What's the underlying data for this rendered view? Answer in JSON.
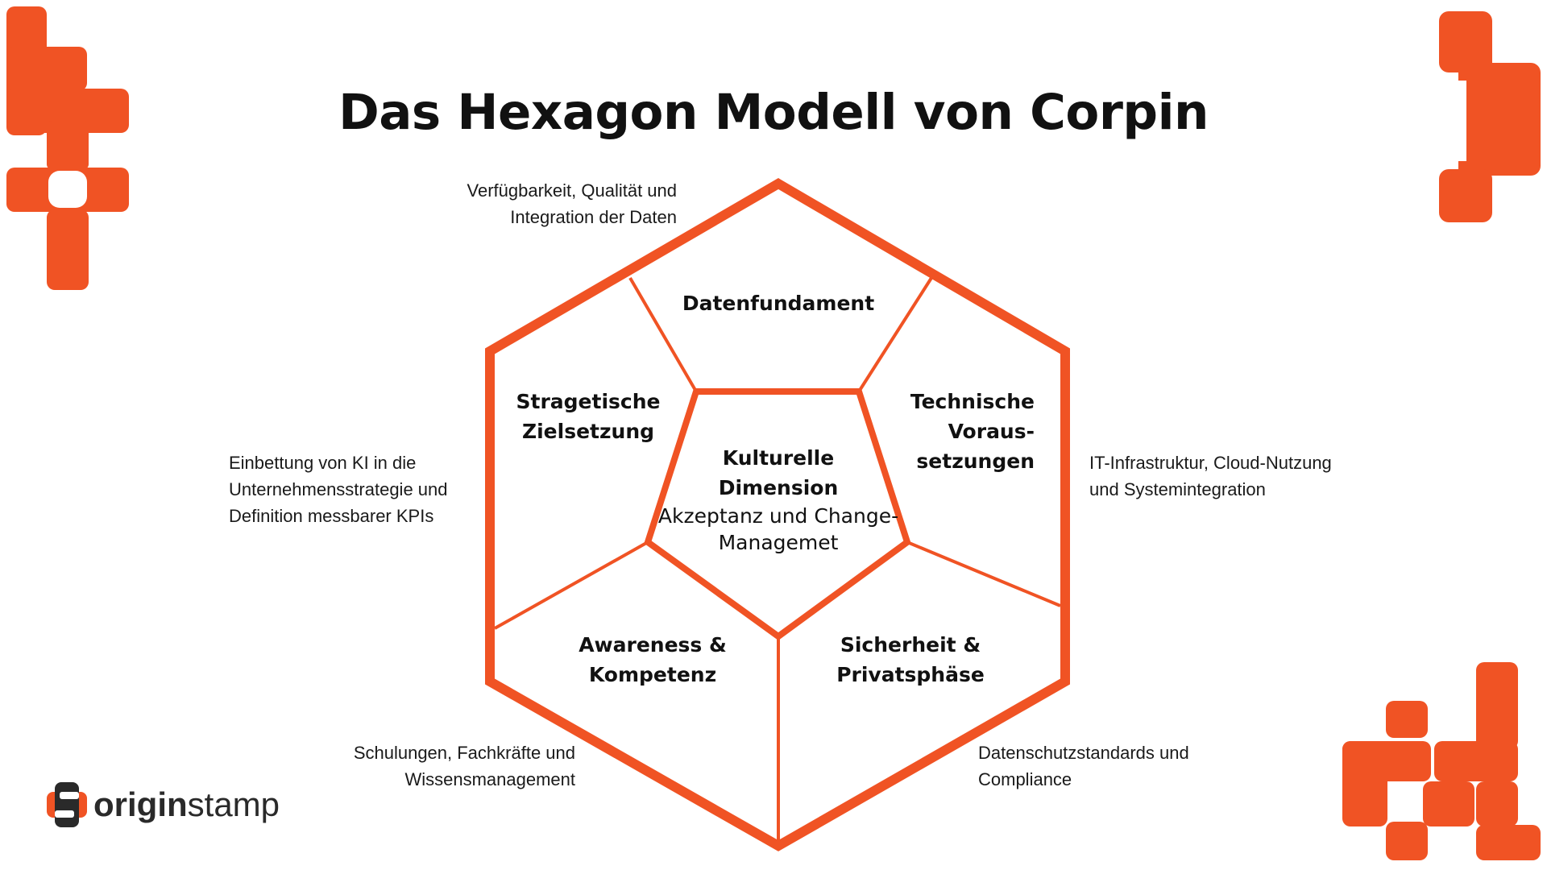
{
  "title": "Das Hexagon Modell von Corpin",
  "accent_color": "#f05324",
  "segments": {
    "top": "Datenfundament",
    "left_1": "Stragetische",
    "left_2": "Zielsetzung",
    "right_1": "Technische",
    "right_2": "Voraus-",
    "right_3": "setzungen",
    "bottom_left_1": "Awareness &",
    "bottom_left_2": "Kompetenz",
    "bottom_right_1": "Sicherheit &",
    "bottom_right_2": "Privatsphäse",
    "center_1": "Kulturelle",
    "center_2": "Dimension",
    "center_sub_1": "Akzeptanz und Change-",
    "center_sub_2": "Managemet"
  },
  "notes": {
    "top_1": "Verfügbarkeit, Qualität und",
    "top_2": "Integration der Daten",
    "left_1": "Einbettung von KI in die",
    "left_2": "Unternehmensstrategie und",
    "left_3": "Definition messbarer KPIs",
    "right_1": "IT-Infrastruktur, Cloud-Nutzung",
    "right_2": "und Systemintegration",
    "bottom_left_1": "Schulungen, Fachkräfte und",
    "bottom_left_2": "Wissensmanagement",
    "bottom_right_1": "Datenschutzstandards und",
    "bottom_right_2": "Compliance"
  },
  "logo": {
    "icon": "originstamp-logo-icon",
    "bold": "origin",
    "regular": "stamp"
  },
  "decorations": [
    "pixel-shape-top-left",
    "pixel-shape-top-right",
    "pixel-shape-bottom-right"
  ]
}
